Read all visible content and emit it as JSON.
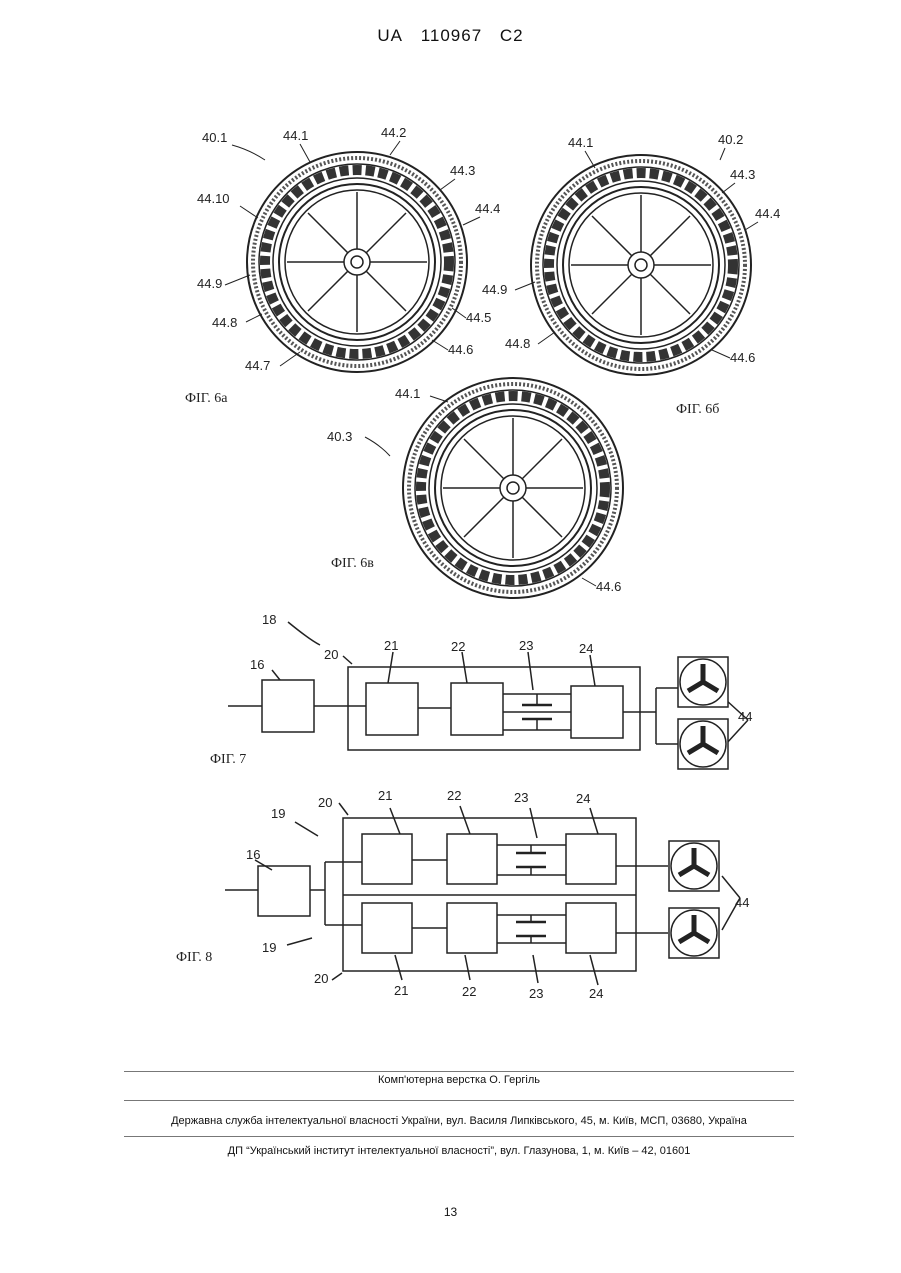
{
  "header": {
    "country": "UA",
    "number": "110967",
    "kind": "C2"
  },
  "fig6a": {
    "caption": "ФІГ. 6а",
    "labels": [
      "40.1",
      "44.1",
      "44.2",
      "44.3",
      "44.4",
      "44.10",
      "44.9",
      "44.8",
      "44.7",
      "44.5",
      "44.6"
    ]
  },
  "fig6b": {
    "caption": "ФІГ. 6б",
    "labels": [
      "44.1",
      "40.2",
      "44.3",
      "44.4",
      "44.9",
      "44.8",
      "44.6"
    ]
  },
  "fig6c": {
    "caption": "ФІГ. 6в",
    "labels": [
      "44.1",
      "40.3",
      "44.6"
    ]
  },
  "fig7": {
    "caption": "ФІГ. 7",
    "labels": [
      "18",
      "20",
      "21",
      "22",
      "23",
      "24",
      "16",
      "44"
    ]
  },
  "fig8": {
    "caption": "ФІГ. 8",
    "labels": [
      "20",
      "21",
      "22",
      "23",
      "24",
      "19",
      "16",
      "44",
      "19",
      "20",
      "21",
      "22",
      "23",
      "24"
    ]
  },
  "footer": {
    "composer": "Комп'ютерна верстка О. Гергіль",
    "agency": "Державна служба інтелектуальної власності України, вул. Василя Липківського, 45, м. Київ, МСП, 03680, Україна",
    "institute": "ДП “Український інститут інтелектуальної власності”, вул. Глазунова, 1, м. Київ – 42, 01601"
  },
  "page_number": "13"
}
